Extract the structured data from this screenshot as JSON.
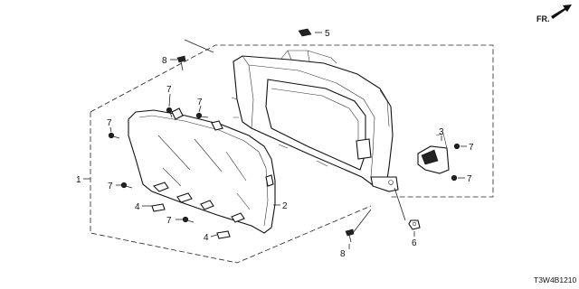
{
  "direction_label": "FR.",
  "diagram_code": "T3W4B1210",
  "callouts": {
    "c1": "1",
    "c2": "2",
    "c3": "3",
    "c4a": "4",
    "c4b": "4",
    "c5": "5",
    "c6": "6",
    "c7a": "7",
    "c7b": "7",
    "c7c": "7",
    "c7d": "7",
    "c7e": "7",
    "c7f": "7",
    "c7g": "7",
    "c8a": "8",
    "c8b": "8"
  }
}
